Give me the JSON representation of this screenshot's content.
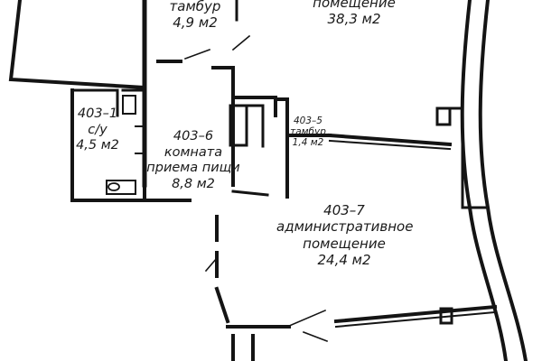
{
  "plan": {
    "rooms": [
      {
        "id": "top-right",
        "lines": [
          "помещение",
          "38,3 м2"
        ]
      },
      {
        "id": "tambur-top",
        "lines": [
          "тамбур",
          "4,9 м2"
        ]
      },
      {
        "id": "room-403-1",
        "lines": [
          "403–1",
          "с/у",
          "4,5 м2"
        ]
      },
      {
        "id": "room-403-6",
        "lines": [
          "403–6",
          "комната",
          "приема пищи",
          "8,8 м2"
        ]
      },
      {
        "id": "room-403-5",
        "lines": [
          "403–5",
          "тамбур",
          "1,4 м2"
        ]
      },
      {
        "id": "room-403-7",
        "lines": [
          "403–7",
          "административное",
          "помещение",
          "24,4 м2"
        ]
      }
    ],
    "colors": {
      "wall": "#141414",
      "text": "#1a1a1a",
      "background": "#ffffff"
    }
  }
}
